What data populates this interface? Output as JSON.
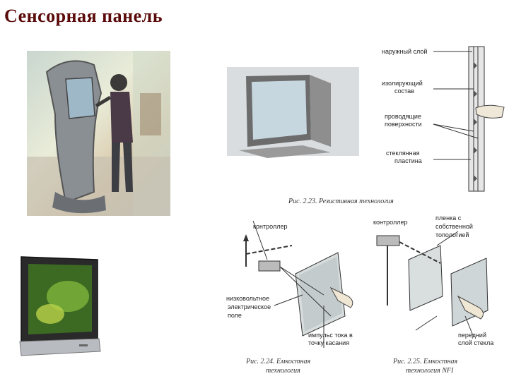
{
  "title": "Сенсорная панель",
  "fig23": {
    "labels": [
      "наружный слой",
      "изолирующий",
      "состав",
      "проводящие",
      "поверхности",
      "стеклянная",
      "пластина"
    ],
    "caption": "Рис. 2.23. Резистивная технология"
  },
  "fig24": {
    "labels": [
      "контроллер",
      "низковольтное",
      "электрическое",
      "поле",
      "импульс тока в",
      "точку касания"
    ],
    "caption_1": "Рис. 2.24. Емкостная",
    "caption_2": "технология"
  },
  "fig25": {
    "labels": [
      "контроллер",
      "пленка с",
      "собственной",
      "топологией",
      "передний",
      "слой стекла"
    ],
    "caption_1": "Рис. 2.25. Емкостная",
    "caption_2": "технология NFI"
  }
}
